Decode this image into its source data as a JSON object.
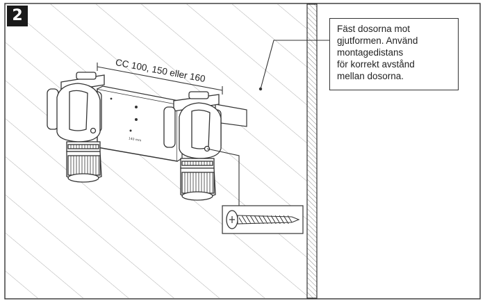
{
  "step": {
    "number": "2"
  },
  "dimension": {
    "label": "CC 100, 150 eller 160"
  },
  "plate": {
    "marking": "140 mm"
  },
  "callout": {
    "lines": [
      "Fäst dosorna mot",
      "gjutformen. Använd",
      "montagedistans",
      "för korrekt avstånd",
      "mellan dosorna."
    ]
  },
  "icons": {
    "screw": "screw-icon",
    "junction_box": "junction-box-icon",
    "mounting_spacer": "mounting-spacer-icon"
  },
  "colors": {
    "line": "#333333",
    "badge": "#1a1a1a",
    "background": "#ffffff",
    "hatch": "#9a9a9a"
  }
}
